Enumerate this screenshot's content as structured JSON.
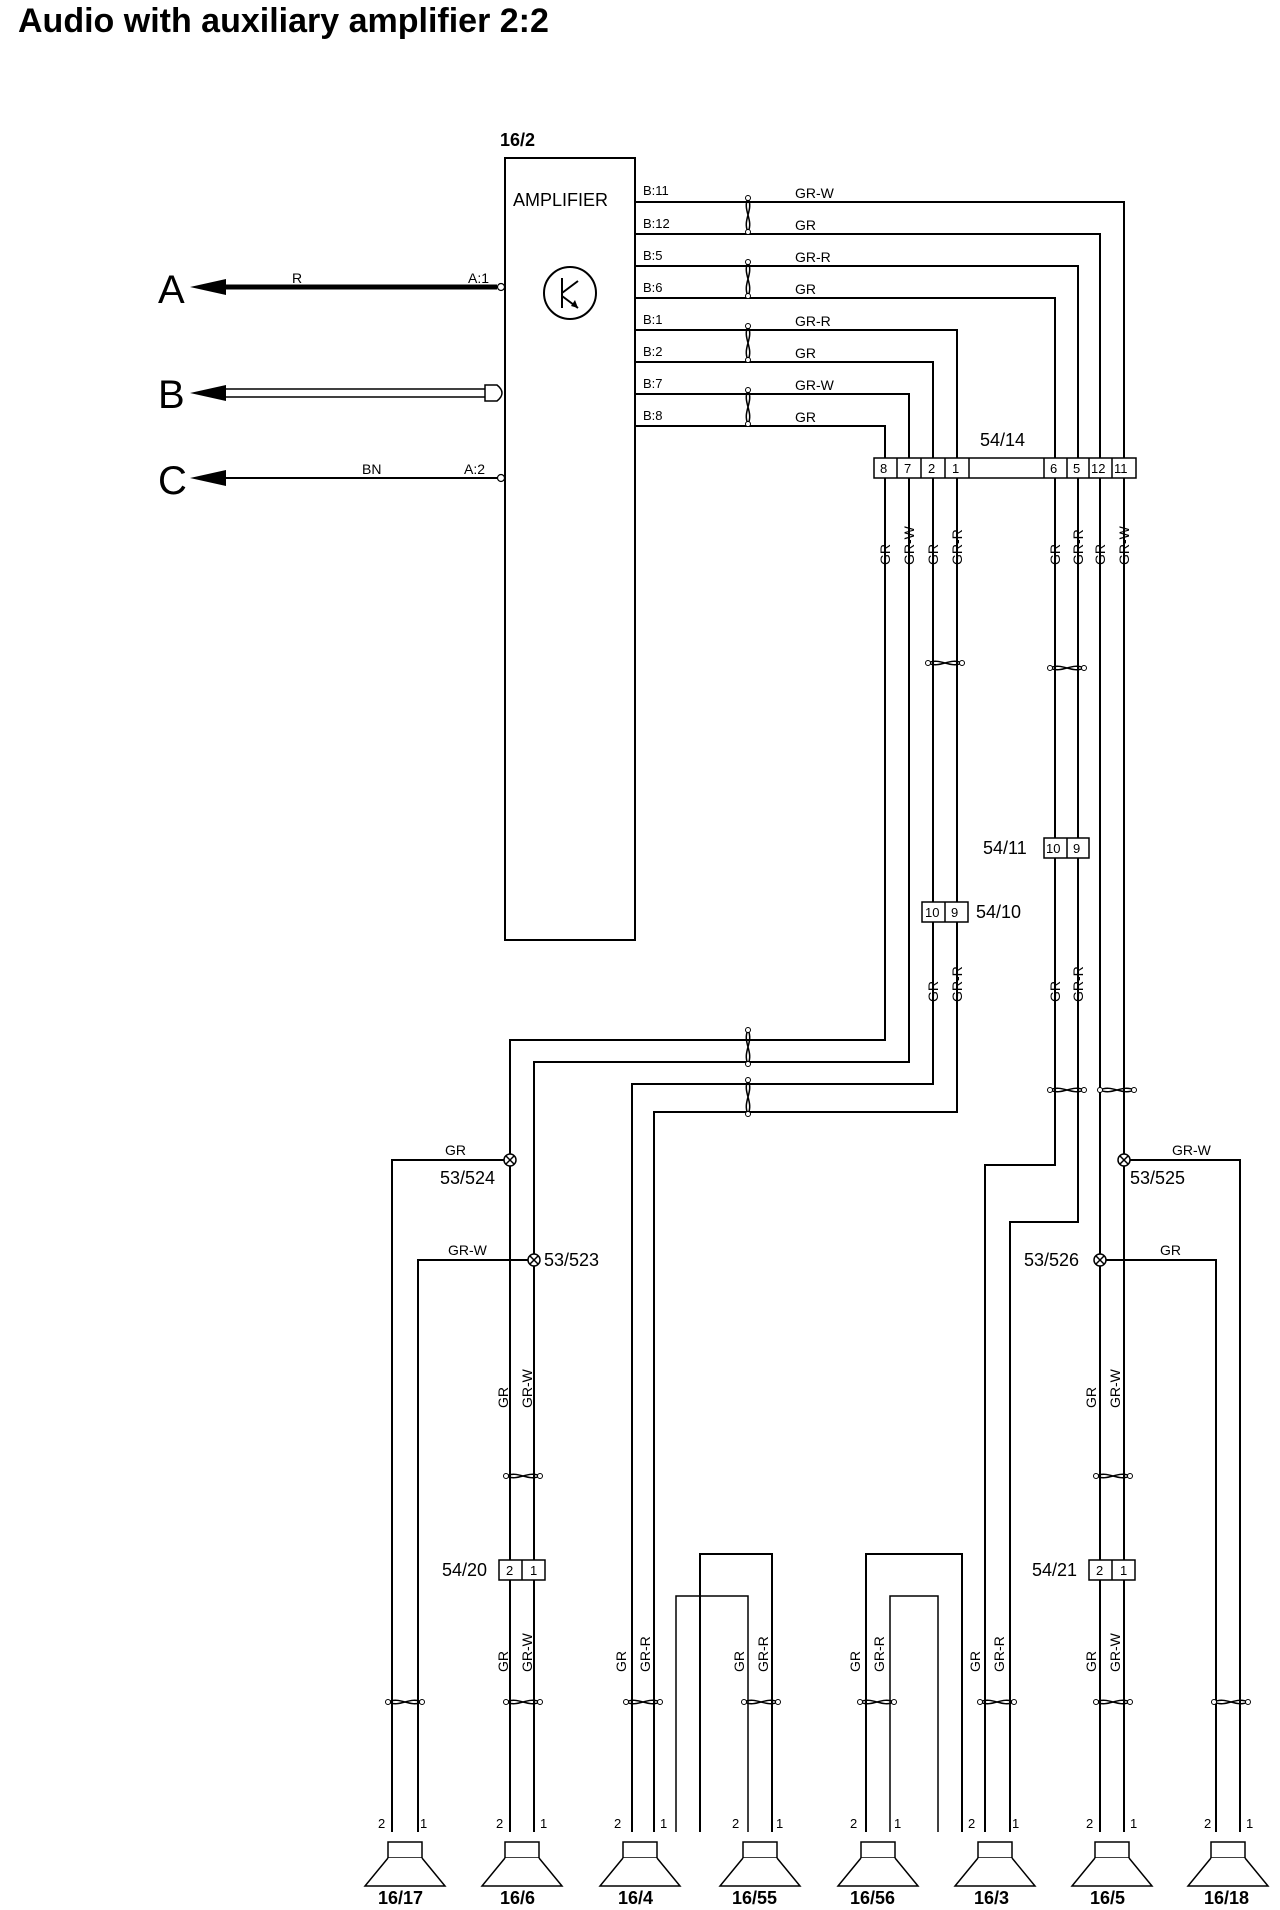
{
  "title": "Audio with auxiliary amplifier 2:2",
  "amplifier": {
    "id": "16/2",
    "label": "AMPLIFIER",
    "pins_left": [
      "A:1",
      "A:2"
    ],
    "pins_right": [
      "B:11",
      "B:12",
      "B:5",
      "B:6",
      "B:1",
      "B:2",
      "B:7",
      "B:8"
    ],
    "wire_colors_right": [
      "GR-W",
      "GR",
      "GR-R",
      "GR",
      "GR-R",
      "GR",
      "GR-W",
      "GR"
    ]
  },
  "external_refs": [
    {
      "letter": "A",
      "color": "R"
    },
    {
      "letter": "B",
      "color": ""
    },
    {
      "letter": "C",
      "color": "BN"
    }
  ],
  "connector_54_14": {
    "id": "54/14",
    "pins_left": [
      "8",
      "7",
      "2",
      "1"
    ],
    "pins_right": [
      "6",
      "5",
      "12",
      "11"
    ]
  },
  "vertical_labels_54_14": [
    "GR",
    "GR-W",
    "GR",
    "GR-R",
    "GR",
    "GR-R",
    "GR",
    "GR-W"
  ],
  "connectors": {
    "c54_10": {
      "id": "54/10",
      "pins": [
        "10",
        "9"
      ]
    },
    "c54_11": {
      "id": "54/11",
      "pins": [
        "10",
        "9"
      ]
    },
    "c54_20": {
      "id": "54/20",
      "pins": [
        "2",
        "1"
      ]
    },
    "c54_21": {
      "id": "54/21",
      "pins": [
        "2",
        "1"
      ]
    }
  },
  "vertical_labels_mid": [
    "GR",
    "GR-R",
    "GR",
    "GR-R"
  ],
  "splices": {
    "s53_524": {
      "id": "53/524",
      "color": "GR"
    },
    "s53_523": {
      "id": "53/523",
      "color": "GR-W"
    },
    "s53_525": {
      "id": "53/525",
      "color": "GR-W"
    },
    "s53_526": {
      "id": "53/526",
      "color": "GR"
    }
  },
  "lower_labels": {
    "pair_gr_grw": [
      "GR",
      "GR-W"
    ],
    "pair_gr_grr": [
      "GR",
      "GR-R"
    ]
  },
  "speakers": [
    {
      "id": "16/17",
      "pin_left": "2",
      "pin_right": "1"
    },
    {
      "id": "16/6",
      "pin_left": "2",
      "pin_right": "1"
    },
    {
      "id": "16/4",
      "pin_left": "2",
      "pin_right": "1"
    },
    {
      "id": "16/55",
      "pin_left": "2",
      "pin_right": "1"
    },
    {
      "id": "16/56",
      "pin_left": "2",
      "pin_right": "1"
    },
    {
      "id": "16/3",
      "pin_left": "2",
      "pin_right": "1"
    },
    {
      "id": "16/5",
      "pin_left": "2",
      "pin_right": "1"
    },
    {
      "id": "16/18",
      "pin_left": "2",
      "pin_right": "1"
    }
  ]
}
